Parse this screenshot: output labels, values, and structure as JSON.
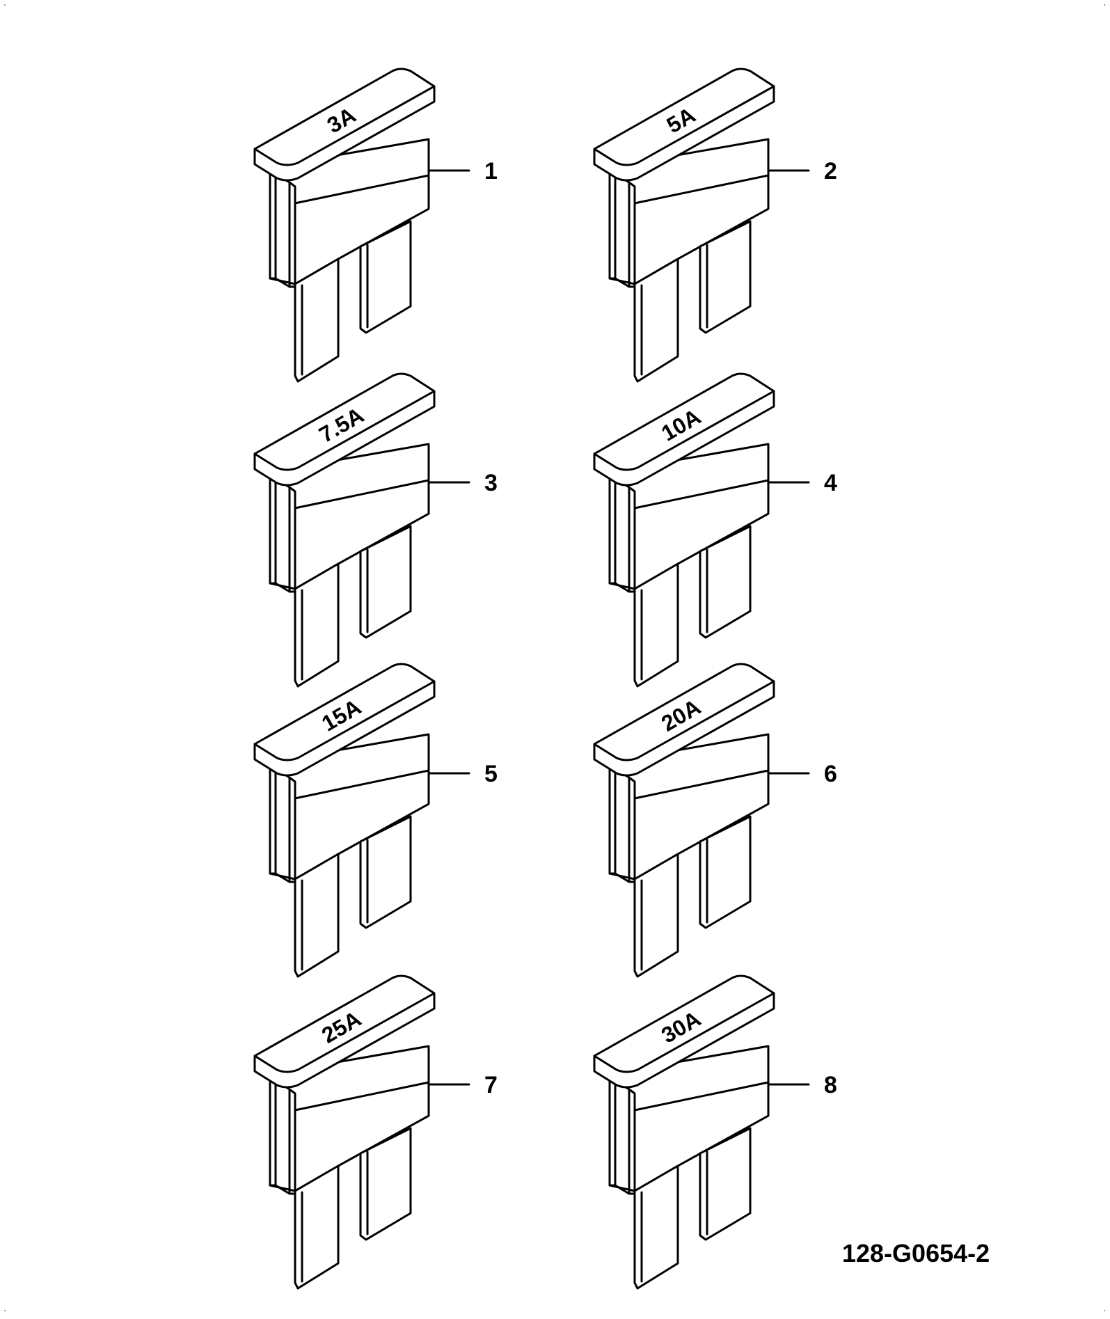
{
  "fuses": [
    {
      "rating": "3A",
      "callout": "1"
    },
    {
      "rating": "5A",
      "callout": "2"
    },
    {
      "rating": "7.5A",
      "callout": "3"
    },
    {
      "rating": "10A",
      "callout": "4"
    },
    {
      "rating": "15A",
      "callout": "5"
    },
    {
      "rating": "20A",
      "callout": "6"
    },
    {
      "rating": "25A",
      "callout": "7"
    },
    {
      "rating": "30A",
      "callout": "8"
    }
  ],
  "drawing_number": "128-G0654-2"
}
